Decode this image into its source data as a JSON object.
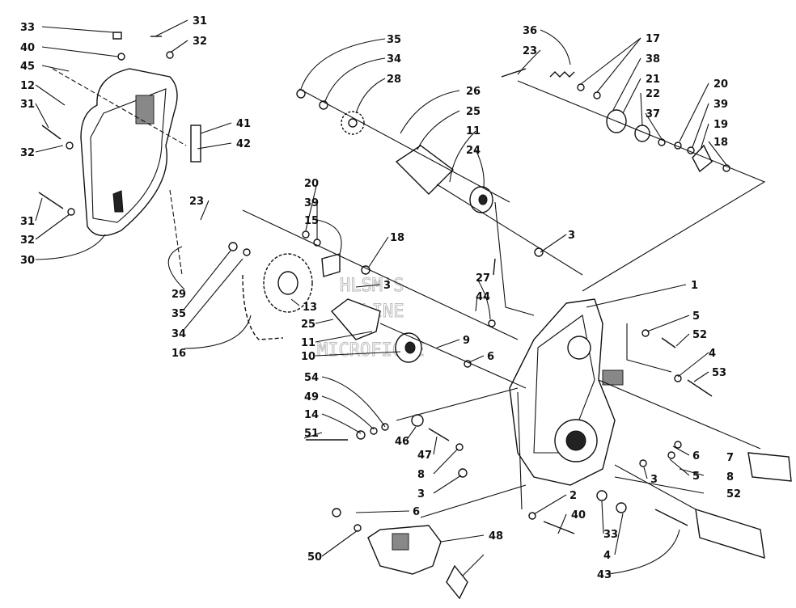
{
  "watermark": [
    "HLSM'S",
    "ONLINE",
    "MICROFICHE"
  ],
  "callouts": [
    "33",
    "40",
    "45",
    "12",
    "31",
    "32",
    "31",
    "32",
    "30",
    "31",
    "32",
    "41",
    "42",
    "35",
    "34",
    "28",
    "26",
    "25",
    "11",
    "24",
    "36",
    "23",
    "17",
    "38",
    "21",
    "22",
    "37",
    "20",
    "39",
    "19",
    "18",
    "23",
    "20",
    "39",
    "15",
    "18",
    "29",
    "35",
    "34",
    "16",
    "13",
    "3",
    "25",
    "11",
    "10",
    "9",
    "3",
    "1",
    "27",
    "44",
    "6",
    "5",
    "52",
    "4",
    "53",
    "54",
    "49",
    "14",
    "51",
    "46",
    "47",
    "8",
    "3",
    "6",
    "6",
    "5",
    "7",
    "8",
    "3",
    "52",
    "2",
    "40",
    "33",
    "4",
    "43",
    "50",
    "48"
  ]
}
